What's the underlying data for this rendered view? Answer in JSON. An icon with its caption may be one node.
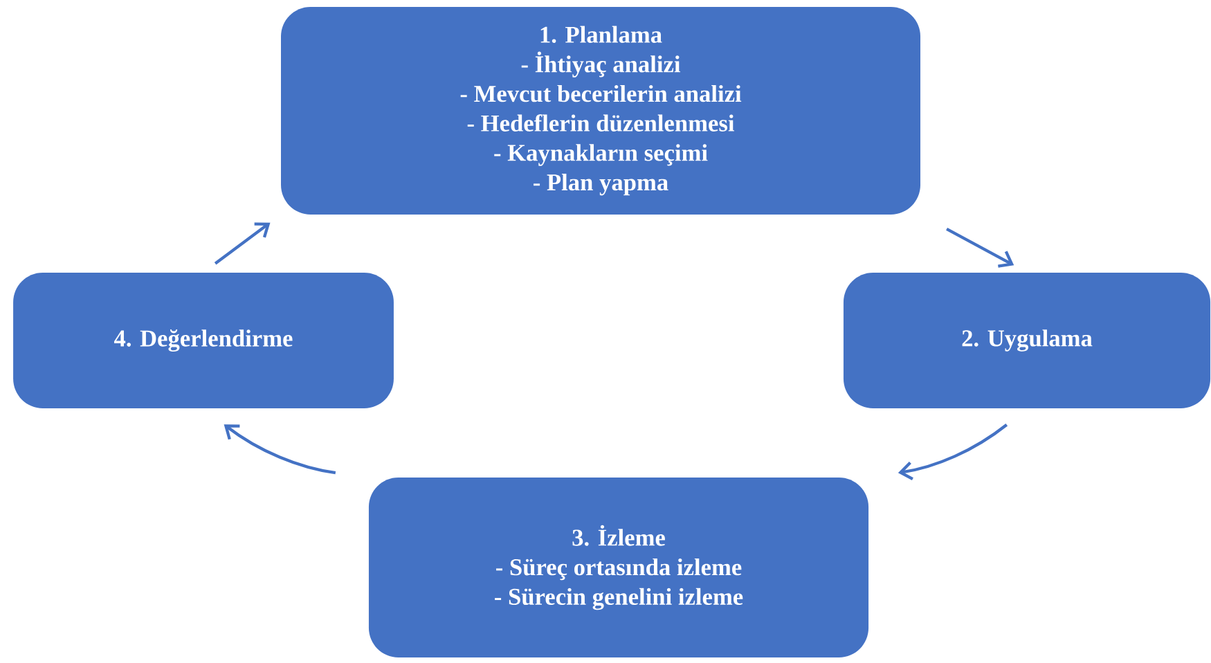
{
  "diagram": {
    "nodes": [
      {
        "text": [
          "1. Planlama",
          "- İhtiyaç analizi",
          "- Mevcut becerilerin analizi",
          "- Hedeflerin düzenlenmesi",
          "- Kaynakların seçimi",
          "- Plan yapma"
        ]
      },
      {
        "text": [
          "2. Uygulama"
        ]
      },
      {
        "text": [
          "3. İzleme",
          "- Süreç ortasında izleme",
          "- Sürecin genelini izleme"
        ]
      },
      {
        "text": [
          "4. Değerlendirme"
        ]
      }
    ],
    "edges": [
      {
        "from": 0,
        "to": 1,
        "arrow": "to"
      },
      {
        "from": 1,
        "to": 2,
        "arrow": "to"
      },
      {
        "from": 2,
        "to": 3,
        "arrow": "to"
      },
      {
        "from": 3,
        "to": 0,
        "arrow": "to"
      }
    ]
  }
}
